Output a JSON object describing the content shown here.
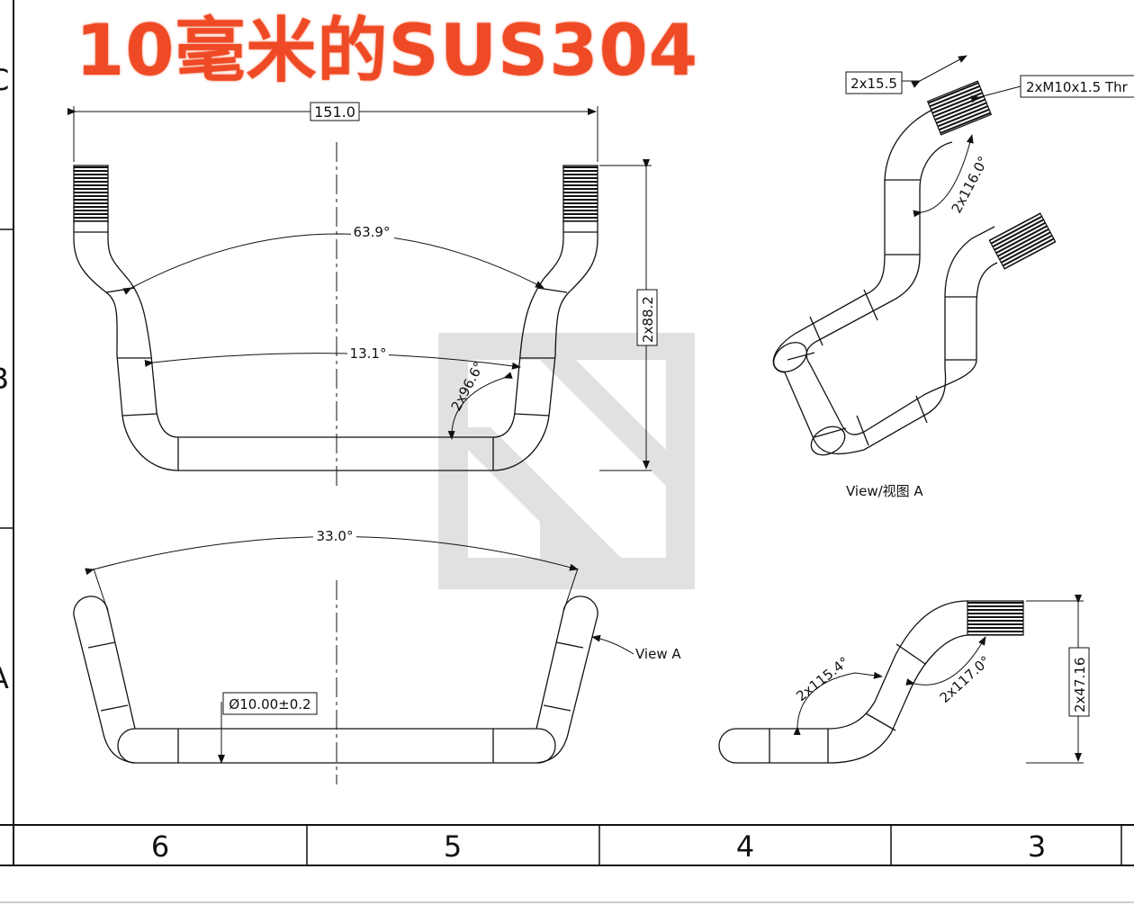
{
  "title": "10毫米的SUS304",
  "watermark_color": "#d9d9d9",
  "front_view": {
    "width_dim": "151.0",
    "angle_top": "63.9°",
    "angle_mid": "13.1°",
    "bend_angle": "2x96.6°",
    "height_dim": "2x88.2"
  },
  "bottom_view": {
    "angle": "33.0°",
    "diameter": "Ø10.00±0.2",
    "view_callout": "View A"
  },
  "iso_view": {
    "thread_length": "2x15.5",
    "thread_spec": "2xM10x1.5 Thr",
    "bend_angle": "2x116.0°",
    "caption": "View/视图 A"
  },
  "side_view": {
    "angle_left": "2x115.4°",
    "angle_right": "2x117.0°",
    "height_dim": "2x47.16"
  },
  "frame": {
    "zone_columns": [
      "6",
      "5",
      "4",
      "3"
    ],
    "zone_rows": [
      "C",
      "B",
      "A"
    ]
  }
}
